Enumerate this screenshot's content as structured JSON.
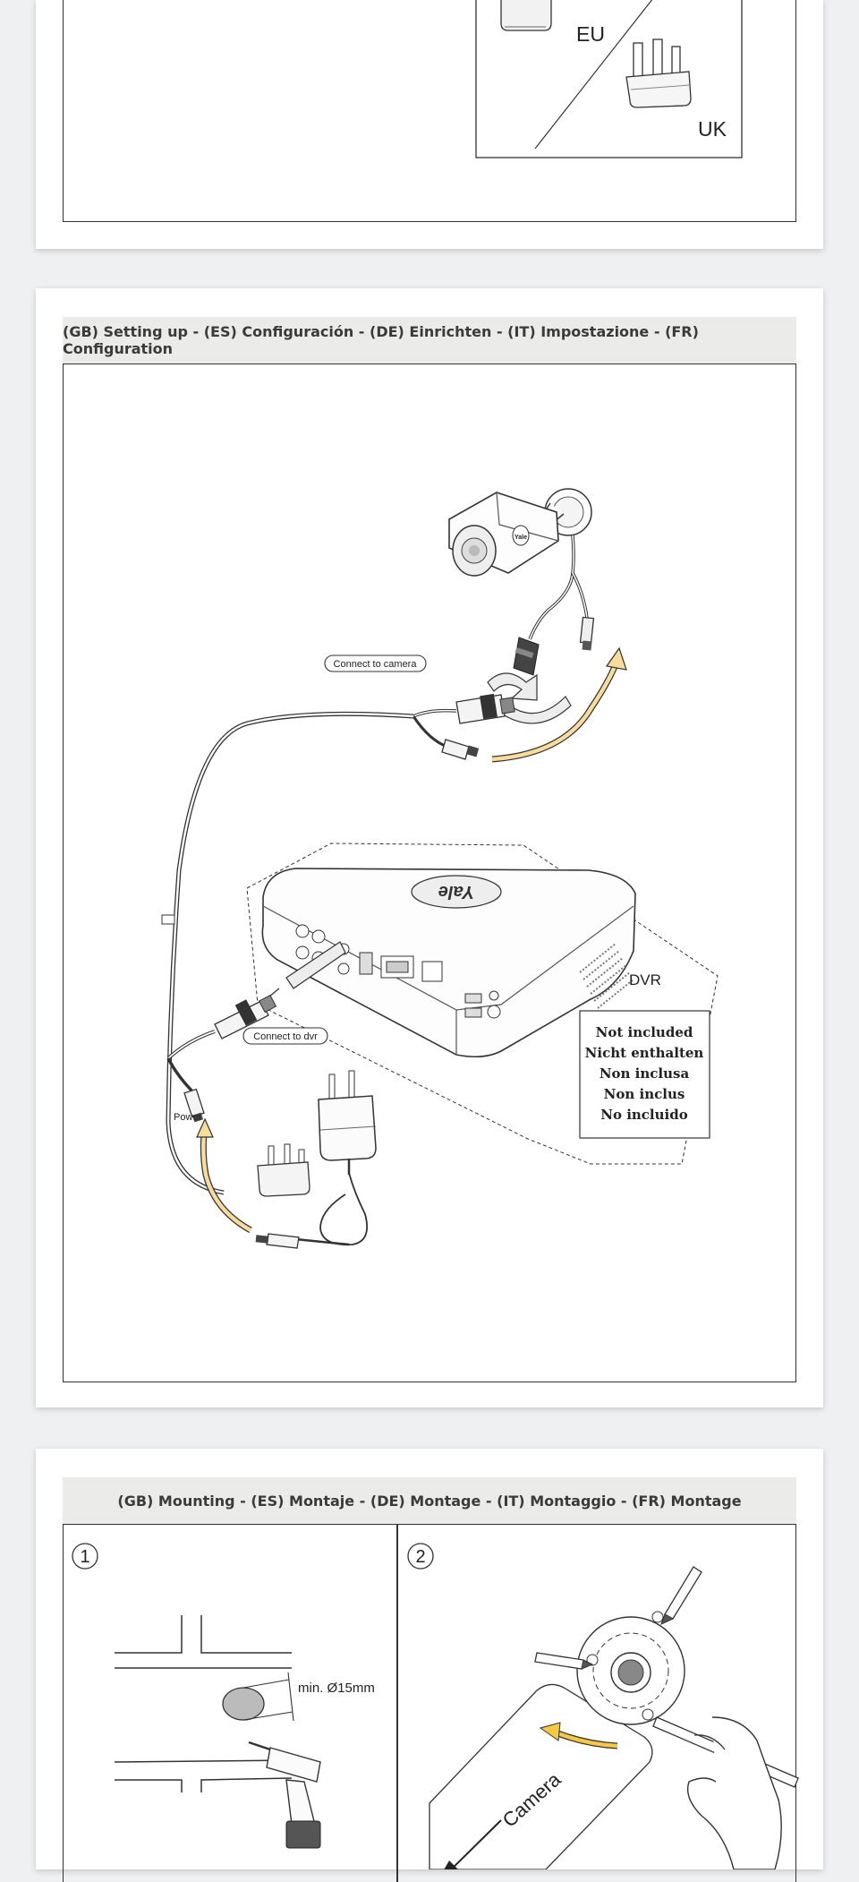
{
  "page1": {
    "labels": {
      "eu": "EU",
      "uk": "UK"
    }
  },
  "page2": {
    "heading": "(GB) Setting up - (ES) Configuración - (DE) Einrichten - (IT) Impostazione - (FR) Configuration",
    "labels": {
      "connect_camera": "Connect to camera",
      "connect_dvr": "Connect to dvr",
      "power": "Power",
      "dvr": "DVR",
      "brand": "Yale"
    },
    "not_included": [
      "Not included",
      "Nicht enthalten",
      "Non inclusa",
      "Non inclus",
      "No incluido"
    ]
  },
  "page3": {
    "heading": "(GB) Mounting - (ES) Montaje - (DE) Montage - (IT) Montaggio - (FR) Montage",
    "steps": [
      {
        "number": "1",
        "hole_label": "min. Ø15mm"
      },
      {
        "number": "2",
        "camera_label": "Camera"
      }
    ]
  }
}
